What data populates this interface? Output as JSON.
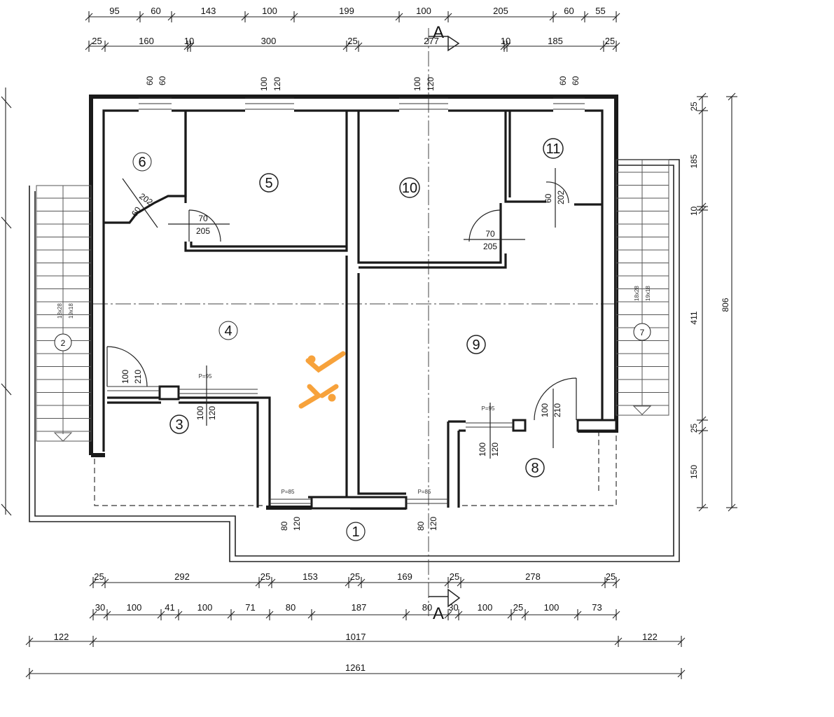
{
  "dims": {
    "top_row1": [
      "95",
      "60",
      "143",
      "100",
      "199",
      "100",
      "205",
      "60",
      "55"
    ],
    "top_row2": [
      "25",
      "160",
      "10",
      "300",
      "25",
      "277",
      "10",
      "185",
      "25"
    ],
    "bottom_row1": [
      "25",
      "292",
      "25",
      "153",
      "25",
      "169",
      "25",
      "278",
      "25"
    ],
    "bottom_row2": [
      "30",
      "100",
      "41",
      "100",
      "71",
      "80",
      "187",
      "80",
      "30",
      "100",
      "25",
      "100",
      "73"
    ],
    "bottom_row3": [
      "122",
      "1017",
      "122"
    ],
    "bottom_total": "1261",
    "right_vertical": [
      "25",
      "185",
      "10",
      "411",
      "25",
      "150"
    ],
    "right_total": "806"
  },
  "section": {
    "label": "A"
  },
  "rooms": [
    "1",
    "3",
    "4",
    "5",
    "6",
    "8",
    "9",
    "10",
    "11"
  ],
  "stairs": {
    "left": {
      "tag": "2",
      "spec_a": "18x28",
      "spec_b": "19x18"
    },
    "right": {
      "tag": "7",
      "spec_a": "18x28",
      "spec_b": "19x18"
    }
  },
  "openings": {
    "win_top_1": [
      "60",
      "60"
    ],
    "win_top_2": [
      "100",
      "120"
    ],
    "win_top_3": [
      "100",
      "120"
    ],
    "win_top_4": [
      "60",
      "60"
    ],
    "door_6": [
      "60",
      "202"
    ],
    "door_5": [
      "70",
      "205"
    ],
    "door_10": [
      "70",
      "205"
    ],
    "door_11": [
      "60",
      "202"
    ],
    "door_4": [
      "100",
      "210"
    ],
    "door_9": [
      "100",
      "210"
    ],
    "win_3": [
      "100",
      "120"
    ],
    "win_8": [
      "100",
      "120"
    ],
    "win_1a": [
      "80",
      "120"
    ],
    "win_1b": [
      "80",
      "120"
    ]
  },
  "parapet": [
    "P=95",
    "P=95",
    "P=85",
    "P=85"
  ],
  "colors": {
    "line": "#1a1a1a",
    "wall": "#222222",
    "watermark": "#f7a23b"
  }
}
